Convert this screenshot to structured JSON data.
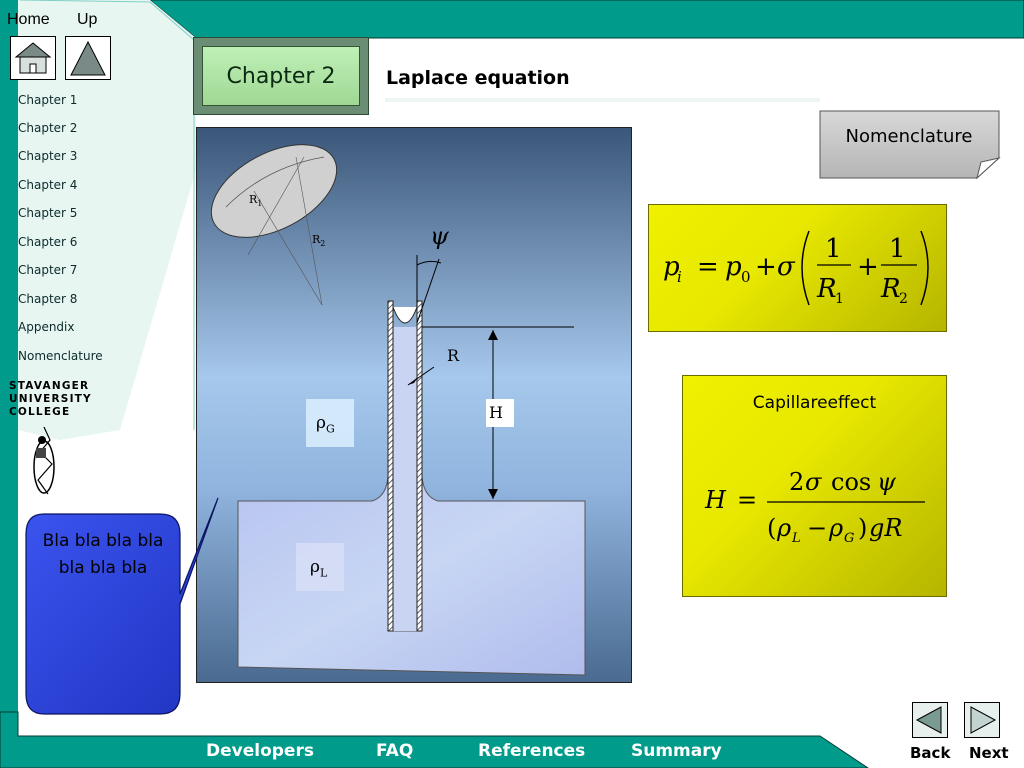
{
  "topnav": {
    "home_label": "Home",
    "up_label": "Up"
  },
  "chapter_box": {
    "label": "Chapter 2"
  },
  "page_title": "Laplace equation",
  "sidebar": {
    "items": [
      {
        "label": "Chapter 1"
      },
      {
        "label": "Chapter 2"
      },
      {
        "label": "Chapter 3"
      },
      {
        "label": "Chapter 4"
      },
      {
        "label": "Chapter 5"
      },
      {
        "label": "Chapter 6"
      },
      {
        "label": "Chapter 7"
      },
      {
        "label": "Chapter 8"
      },
      {
        "label": "Appendix"
      },
      {
        "label": "Nomenclature"
      }
    ],
    "logo_lines": [
      "STAVANGER",
      "UNIVERSITY",
      "COLLEGE"
    ]
  },
  "nomenclature_button": {
    "label": "Nomenclature"
  },
  "diagram": {
    "r1": "R",
    "r1_sub": "1",
    "r2": "R",
    "r2_sub": "2",
    "psi": "ψ",
    "r": "R",
    "h": "H",
    "rho_g": "ρ",
    "rho_g_sub": "G",
    "rho_l": "ρ",
    "rho_l_sub": "L"
  },
  "callout": {
    "text": "Bla bla bla bla bla bla bla"
  },
  "capillary_box": {
    "title": "Capillareeffect"
  },
  "footer": {
    "links": [
      "Developers",
      "FAQ",
      "References",
      "Summary"
    ],
    "back_label": "Back",
    "next_label": "Next"
  },
  "colors": {
    "teal": "#009b8a",
    "callout_blue": "#2b3fd6",
    "equation_yellow": "#f0f000"
  }
}
